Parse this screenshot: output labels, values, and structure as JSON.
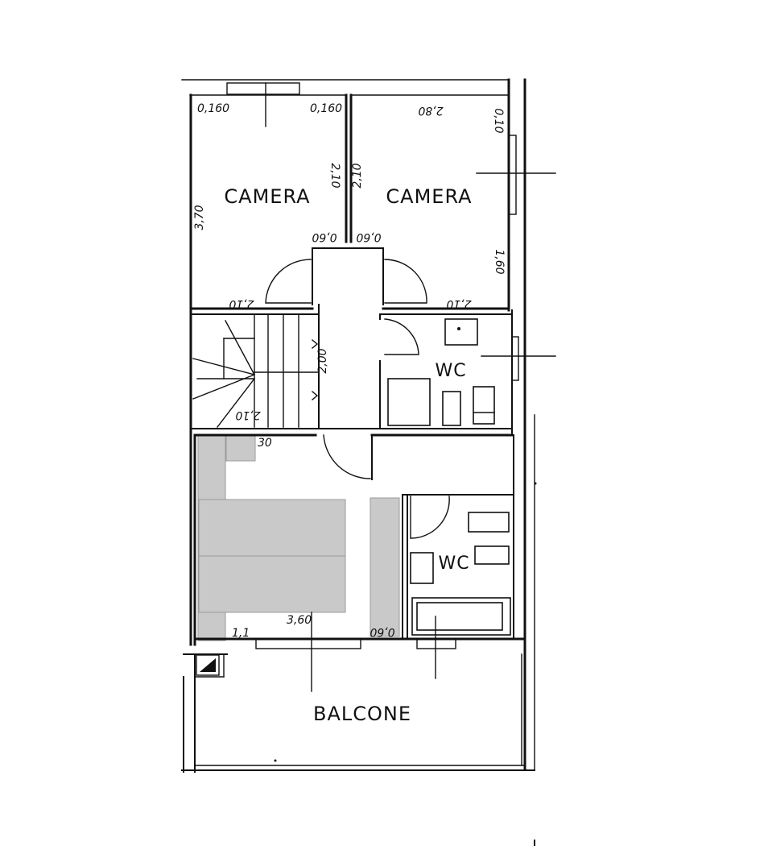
{
  "rooms": {
    "camera_left": "CAMERA",
    "camera_right": "CAMERA",
    "wc_upper": "WC",
    "wc_lower": "WC",
    "balcone": "BALCONE"
  },
  "dimensions": {
    "left_window_a": "0,160",
    "left_window_b": "0,160",
    "top_right_width": "2,80",
    "right_top_small": "0,10",
    "left_height": "3,70",
    "mid_height_left": "2,10",
    "mid_height_right": "2,10",
    "door_left": "0,60",
    "door_right": "0,60",
    "right_lower": "1,60",
    "corridor_left_width": "2,10",
    "corridor_right_width": "2,10",
    "stair_height": "2,00",
    "stair_width": "2,10",
    "shade_30": "30",
    "living_width": "3,60",
    "living_small": "1,1",
    "bath_door": "0,60"
  }
}
